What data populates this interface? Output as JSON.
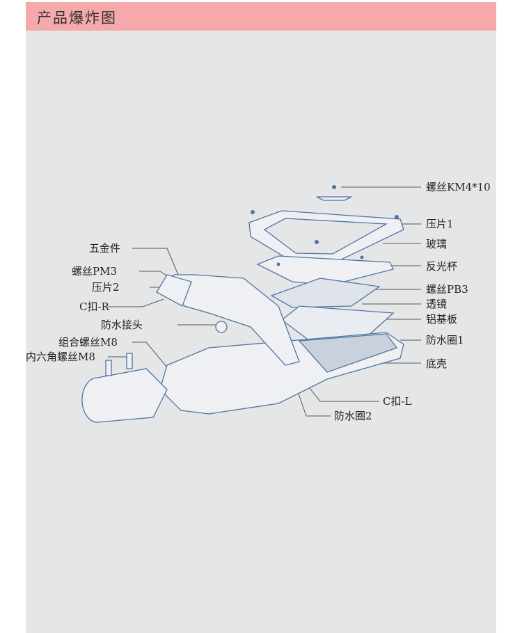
{
  "header": {
    "title": "产品爆炸图"
  },
  "colors": {
    "header_bg": "#f5a9ab",
    "canvas_bg": "#e5e6e8",
    "line": "#4f74a0"
  },
  "labels": {
    "right": [
      "螺丝KM4*10",
      "压片1",
      "玻璃",
      "反光杯",
      "螺丝PB3",
      "透镜",
      "铝基板",
      "防水圈1",
      "底壳"
    ],
    "left": [
      "五金件",
      "螺丝PM3",
      "压片2",
      "C扣-R",
      "防水接头",
      "组合螺丝M8",
      "内六角螺丝M8"
    ],
    "bottom": [
      "C扣-L",
      "防水圈2"
    ]
  }
}
